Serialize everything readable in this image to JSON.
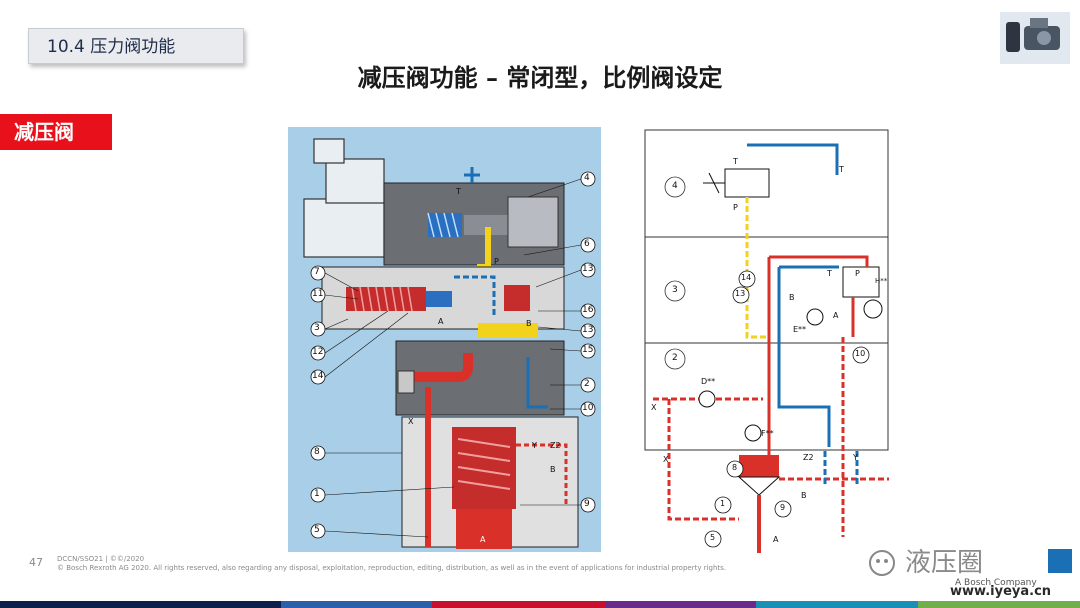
{
  "header": {
    "section": "10.4 压力阀功能",
    "title": "减压阀功能 – 常闭型，比例阀设定"
  },
  "side_label": "减压阀",
  "cross_section": {
    "callouts_right": [
      "4",
      "6",
      "13",
      "16",
      "13",
      "15",
      "2",
      "10",
      "9"
    ],
    "callouts_left": [
      "7",
      "11",
      "3",
      "12",
      "14",
      "8",
      "1",
      "5"
    ],
    "letters": [
      "T",
      "P",
      "A",
      "B",
      "X",
      "Y",
      "Z2",
      "A",
      "B"
    ]
  },
  "schematic": {
    "panels": [
      "4",
      "3",
      "2"
    ],
    "tags": [
      "14",
      "13",
      "10",
      "8",
      "1",
      "9",
      "5"
    ],
    "letters": [
      "T",
      "P",
      "T",
      "T",
      "P",
      "B",
      "A",
      "E**",
      "D**",
      "F**",
      "X",
      "X",
      "Z2",
      "Y",
      "B",
      "A",
      "H**"
    ]
  },
  "footer": {
    "page": "47",
    "line1": "DCCN/SSO21 | ©©/2020",
    "line2": "© Bosch Rexroth AG 2020. All rights reserved, also regarding any disposal, exploitation, reproduction, editing, distribution, as well as in the event of applications for industrial property rights."
  },
  "watermark": {
    "text": "液压圈",
    "brand": "A Bosch Company",
    "site": "www.iyeya.cn"
  },
  "colors": {
    "accent_red": "#e8101a",
    "pressure_red": "#d9302a",
    "tank_blue": "#1a6fb5",
    "pilot_yellow": "#f2d21b"
  }
}
